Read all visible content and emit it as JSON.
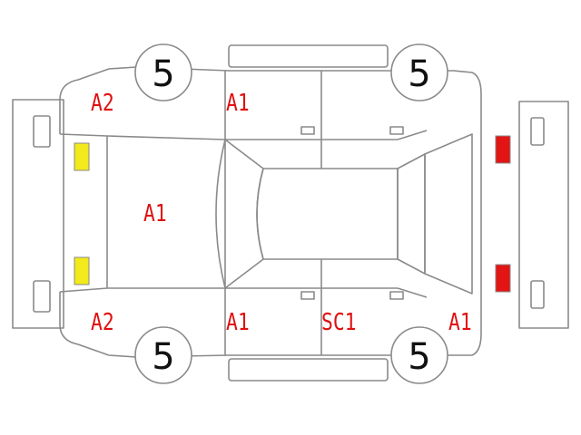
{
  "colors": {
    "outline": "#8a8a8a",
    "damage_code": "#e01010",
    "front_lamp": "#f2ea1a",
    "rear_lamp": "#e21414"
  },
  "tires": {
    "front_left": "5",
    "rear_left": "5",
    "front_right": "5",
    "rear_right": "5"
  },
  "damage_codes": {
    "front_left_corner": "A2",
    "front_left_door": "A1",
    "hood": "A1",
    "front_right_corner": "A2",
    "front_right_door": "A1",
    "rear_right_door": "SC1",
    "rear_right_corner": "A1"
  }
}
